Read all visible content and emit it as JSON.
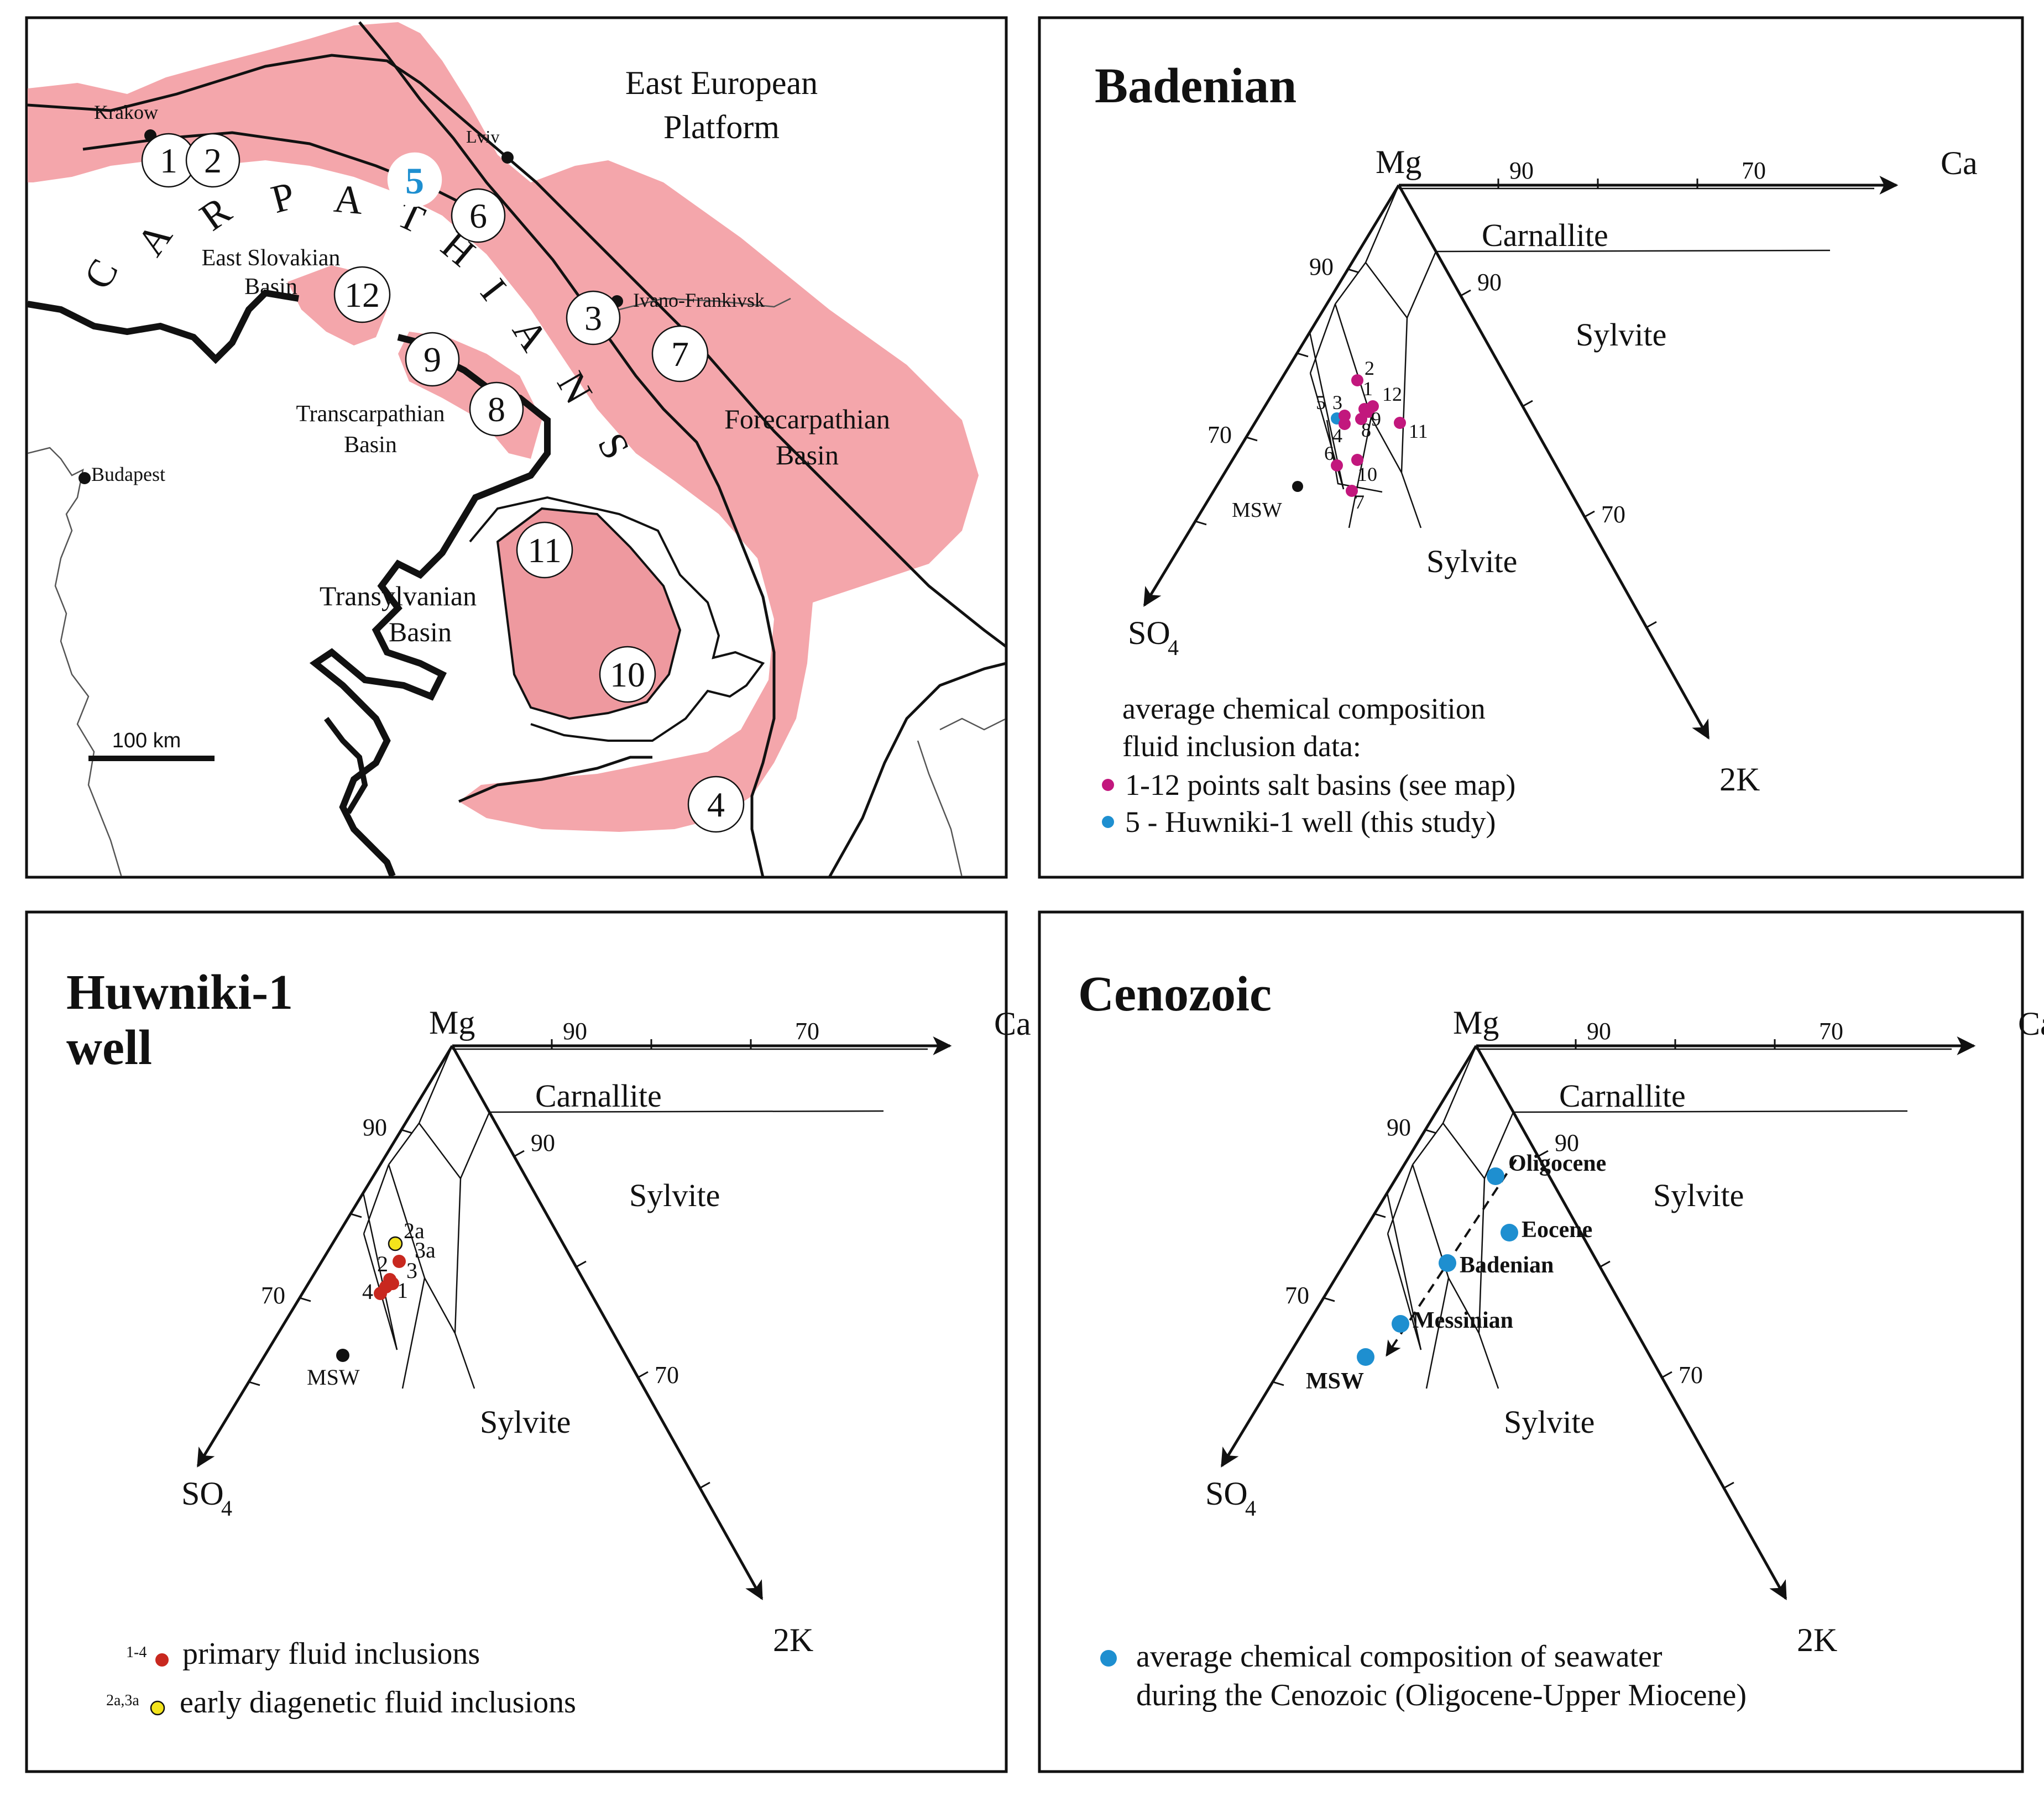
{
  "map": {
    "labels": {
      "east_european": "East European",
      "platform": "Platform",
      "carpathians_letters": [
        "C",
        "A",
        "R",
        "P",
        "A",
        "T",
        "H",
        "I",
        "A",
        "N",
        "S"
      ],
      "east_slovakian": "East Slovakian",
      "basin": "Basin",
      "transcarpathian": "Transcarpathian",
      "forecarpathian": "Forecarpathian",
      "transylvanian": "Transylvanian"
    },
    "cities": [
      {
        "id": "krakow",
        "name": "Krakow"
      },
      {
        "id": "lviv",
        "name": "Lviv"
      },
      {
        "id": "ivano",
        "name": "Ivano-Frankivsk"
      },
      {
        "id": "budapest",
        "name": "Budapest"
      }
    ],
    "sites": [
      "1",
      "2",
      "5",
      "6",
      "12",
      "3",
      "7",
      "9",
      "8",
      "11",
      "10",
      "4"
    ],
    "scale_label": "100 km",
    "colors": {
      "basin_fill": "#f4a6ab",
      "inner_fill": "#ee999f",
      "highlight": "#1e8fd0"
    }
  },
  "badenian": {
    "title": "Badenian",
    "vertex": {
      "mg": "Mg",
      "ca": "Ca",
      "so4": "SO",
      "so4_sub": "4",
      "k2": "2K"
    },
    "ticks": {
      "a90": "90",
      "a70": "70"
    },
    "fields": {
      "carnallite": "Carnallite",
      "sylvite": "Sylvite"
    },
    "msw": "MSW",
    "chart_data": {
      "type": "scatter",
      "points": [
        {
          "label": "2",
          "color": "#c2177d"
        },
        {
          "label": "1",
          "color": "#c2177d"
        },
        {
          "label": "12",
          "color": "#c2177d"
        },
        {
          "label": "5",
          "color": "#1e8fd0"
        },
        {
          "label": "3",
          "color": "#c2177d"
        },
        {
          "label": "4",
          "color": "#c2177d"
        },
        {
          "label": "8",
          "color": "#c2177d"
        },
        {
          "label": "9",
          "color": "#c2177d"
        },
        {
          "label": "11",
          "color": "#c2177d"
        },
        {
          "label": "6",
          "color": "#c2177d"
        },
        {
          "label": "10",
          "color": "#c2177d"
        },
        {
          "label": "7",
          "color": "#c2177d"
        }
      ]
    },
    "legend": {
      "line1": "average chemical composition",
      "line2": "fluid inclusion data:",
      "item1": "1-12 points salt basins (see map)",
      "item2": "5 - Huwniki-1 well (this study)"
    }
  },
  "huwniki": {
    "title1": "Huwniki-1",
    "title2": "well",
    "vertex": {
      "mg": "Mg",
      "ca": "Ca",
      "so4": "SO",
      "so4_sub": "4",
      "k2": "2K"
    },
    "ticks": {
      "a90": "90",
      "a70": "70"
    },
    "fields": {
      "carnallite": "Carnallite",
      "sylvite": "Sylvite"
    },
    "msw": "MSW",
    "chart_data": {
      "type": "scatter",
      "points": [
        {
          "label": "2a",
          "color": "#f3e41c"
        },
        {
          "label": "3a",
          "color": "#c8281f"
        },
        {
          "label": "2",
          "color": "#c8281f"
        },
        {
          "label": "3",
          "color": "#c8281f"
        },
        {
          "label": "4",
          "color": "#c8281f"
        },
        {
          "label": "1",
          "color": "#c8281f"
        }
      ]
    },
    "legend": {
      "sup1": "1-4",
      "item1": "primary fluid inclusions",
      "sup2": "2a,3a",
      "item2": "early diagenetic fluid inclusions"
    }
  },
  "cenozoic": {
    "title": "Cenozoic",
    "vertex": {
      "mg": "Mg",
      "ca": "Ca",
      "so4": "SO",
      "so4_sub": "4",
      "k2": "2K"
    },
    "ticks": {
      "a90": "90",
      "a70": "70"
    },
    "fields": {
      "carnallite": "Carnallite",
      "sylvite": "Sylvite"
    },
    "chart_data": {
      "type": "scatter",
      "points": [
        {
          "label": "Oligocene",
          "color": "#1e8fd0"
        },
        {
          "label": "Eocene",
          "color": "#1e8fd0"
        },
        {
          "label": "Badenian",
          "color": "#1e8fd0"
        },
        {
          "label": "Messinian",
          "color": "#1e8fd0"
        },
        {
          "label": "MSW",
          "color": "#1e8fd0"
        }
      ]
    },
    "legend": {
      "line1": "average chemical composition of seawater",
      "line2": "during the Cenozoic (Oligocene-Upper Miocene)"
    }
  }
}
